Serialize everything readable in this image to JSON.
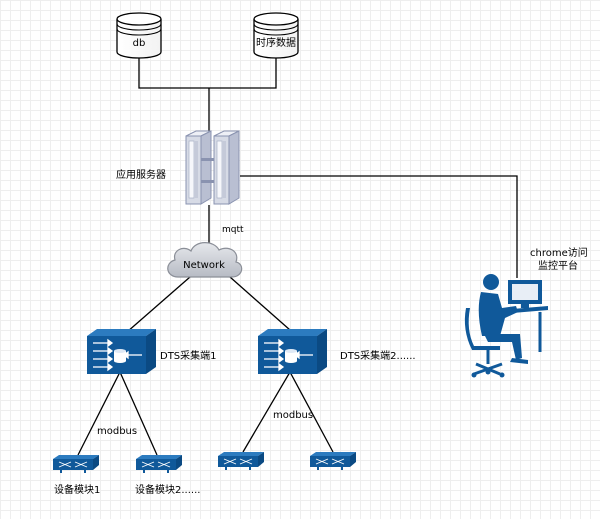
{
  "nodes": {
    "db": {
      "label": "db"
    },
    "timeseries": {
      "label": "时序数据"
    },
    "app_server": {
      "label": "应用服务器"
    },
    "network": {
      "label": "Network"
    },
    "dts1": {
      "label": "DTS采集端1"
    },
    "dts2": {
      "label": "DTS采集端2......"
    },
    "device1": {
      "label": "设备模块1"
    },
    "device2": {
      "label": "设备模块2......"
    },
    "client": {
      "label_line1": "chrome访问",
      "label_line2": "监控平台"
    }
  },
  "edges": {
    "mqtt": {
      "label": "mqtt"
    },
    "modbus_left": {
      "label": "modbus"
    },
    "modbus_right": {
      "label": "modbus"
    }
  },
  "colors": {
    "device_blue": "#10599a",
    "device_light": "#2c7bbf",
    "server_fill": "#d7dbe6",
    "server_stroke": "#8a93b0",
    "cloud_fill": "#c9ccd3",
    "line": "#000000"
  }
}
